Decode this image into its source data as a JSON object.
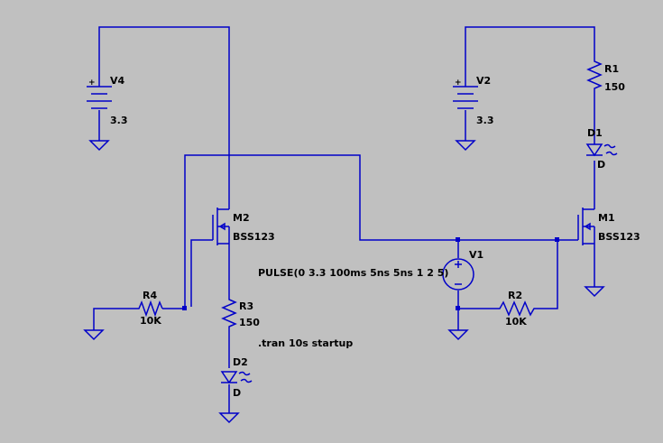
{
  "components": {
    "v4": {
      "name": "V4",
      "value": "3.3"
    },
    "v2": {
      "name": "V2",
      "value": "3.3"
    },
    "v1": {
      "name": "V1",
      "value": "PULSE(0 3.3 100ms 5ns 5ns 1 2 5)"
    },
    "r1": {
      "name": "R1",
      "value": "150"
    },
    "r2": {
      "name": "R2",
      "value": "10K"
    },
    "r3": {
      "name": "R3",
      "value": "150"
    },
    "r4": {
      "name": "R4",
      "value": "10K"
    },
    "d1": {
      "name": "D1",
      "value": "D"
    },
    "d2": {
      "name": "D2",
      "value": "D"
    },
    "m1": {
      "name": "M1",
      "value": "BSS123"
    },
    "m2": {
      "name": "M2",
      "value": "BSS123"
    }
  },
  "directive": ".tran 10s startup",
  "colors": {
    "background": "#c0c0c0",
    "wire": "#0000c8",
    "text": "#000000"
  },
  "icons": {
    "battery": "battery-icon",
    "ground": "ground-icon",
    "resistor": "resistor-icon",
    "led": "led-icon",
    "nmos": "nmos-icon",
    "pulse-source": "pulse-source-icon"
  }
}
